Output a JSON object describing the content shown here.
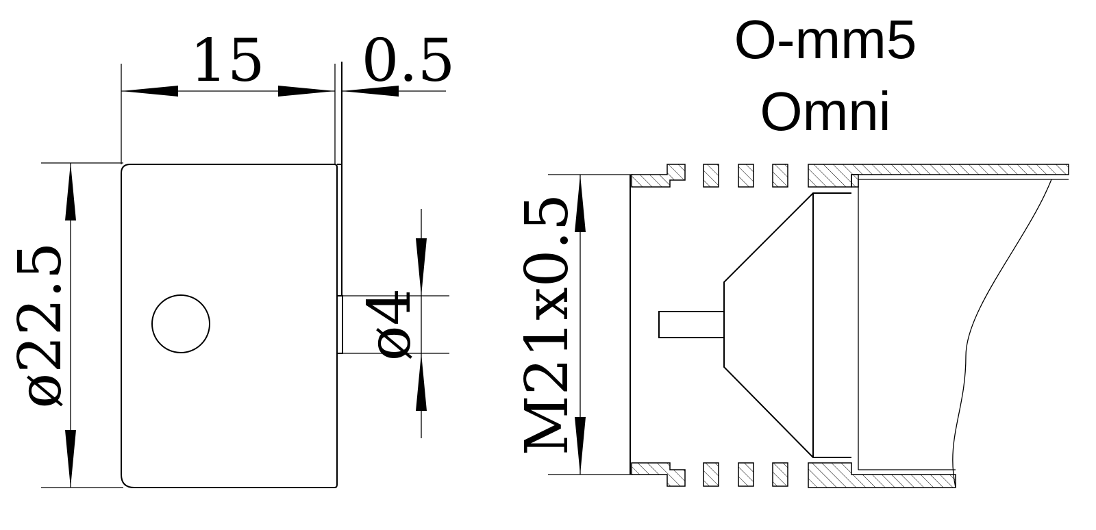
{
  "title": {
    "line1": "O-mm5",
    "line2": "Omni"
  },
  "dimensions": {
    "length": "15",
    "gap": "0.5",
    "diameter_body": "ø22.5",
    "diameter_terminal": "ø4",
    "thread": "M21x0.5"
  }
}
